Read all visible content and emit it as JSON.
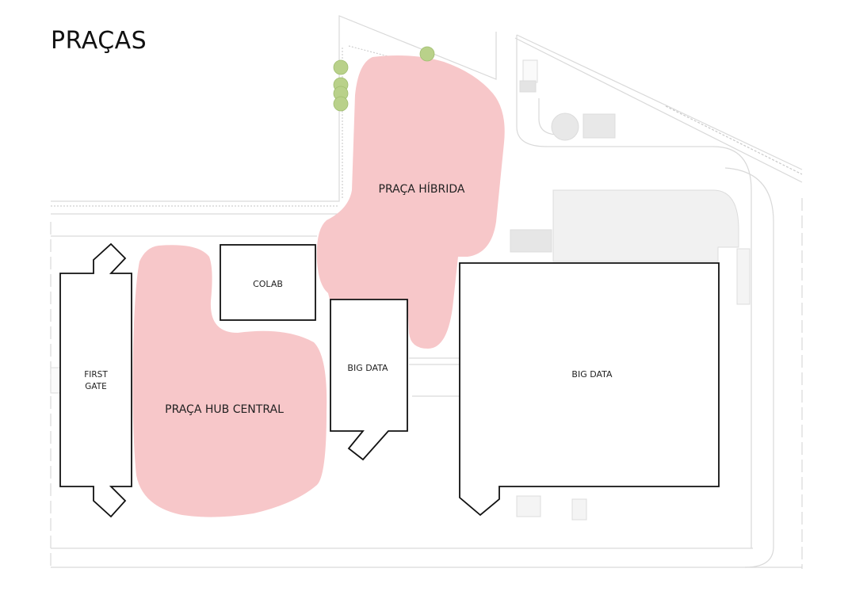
{
  "title": "PRAÇAS",
  "colors": {
    "plaza_fill": "#f7c7c9",
    "tree_fill": "#b9d18a",
    "building_stroke": "#111111",
    "road_line": "#d9d9d9",
    "neighbor_fill": "#f1f1f1"
  },
  "plazas": {
    "hibrida": "PRAÇA HÍBRIDA",
    "hub_central": "PRAÇA HUB CENTRAL"
  },
  "buildings": {
    "first_gate_line1": "FIRST",
    "first_gate_line2": "GATE",
    "colab": "COLAB",
    "big_data_small": "BIG DATA",
    "big_data_large": "BIG DATA"
  }
}
